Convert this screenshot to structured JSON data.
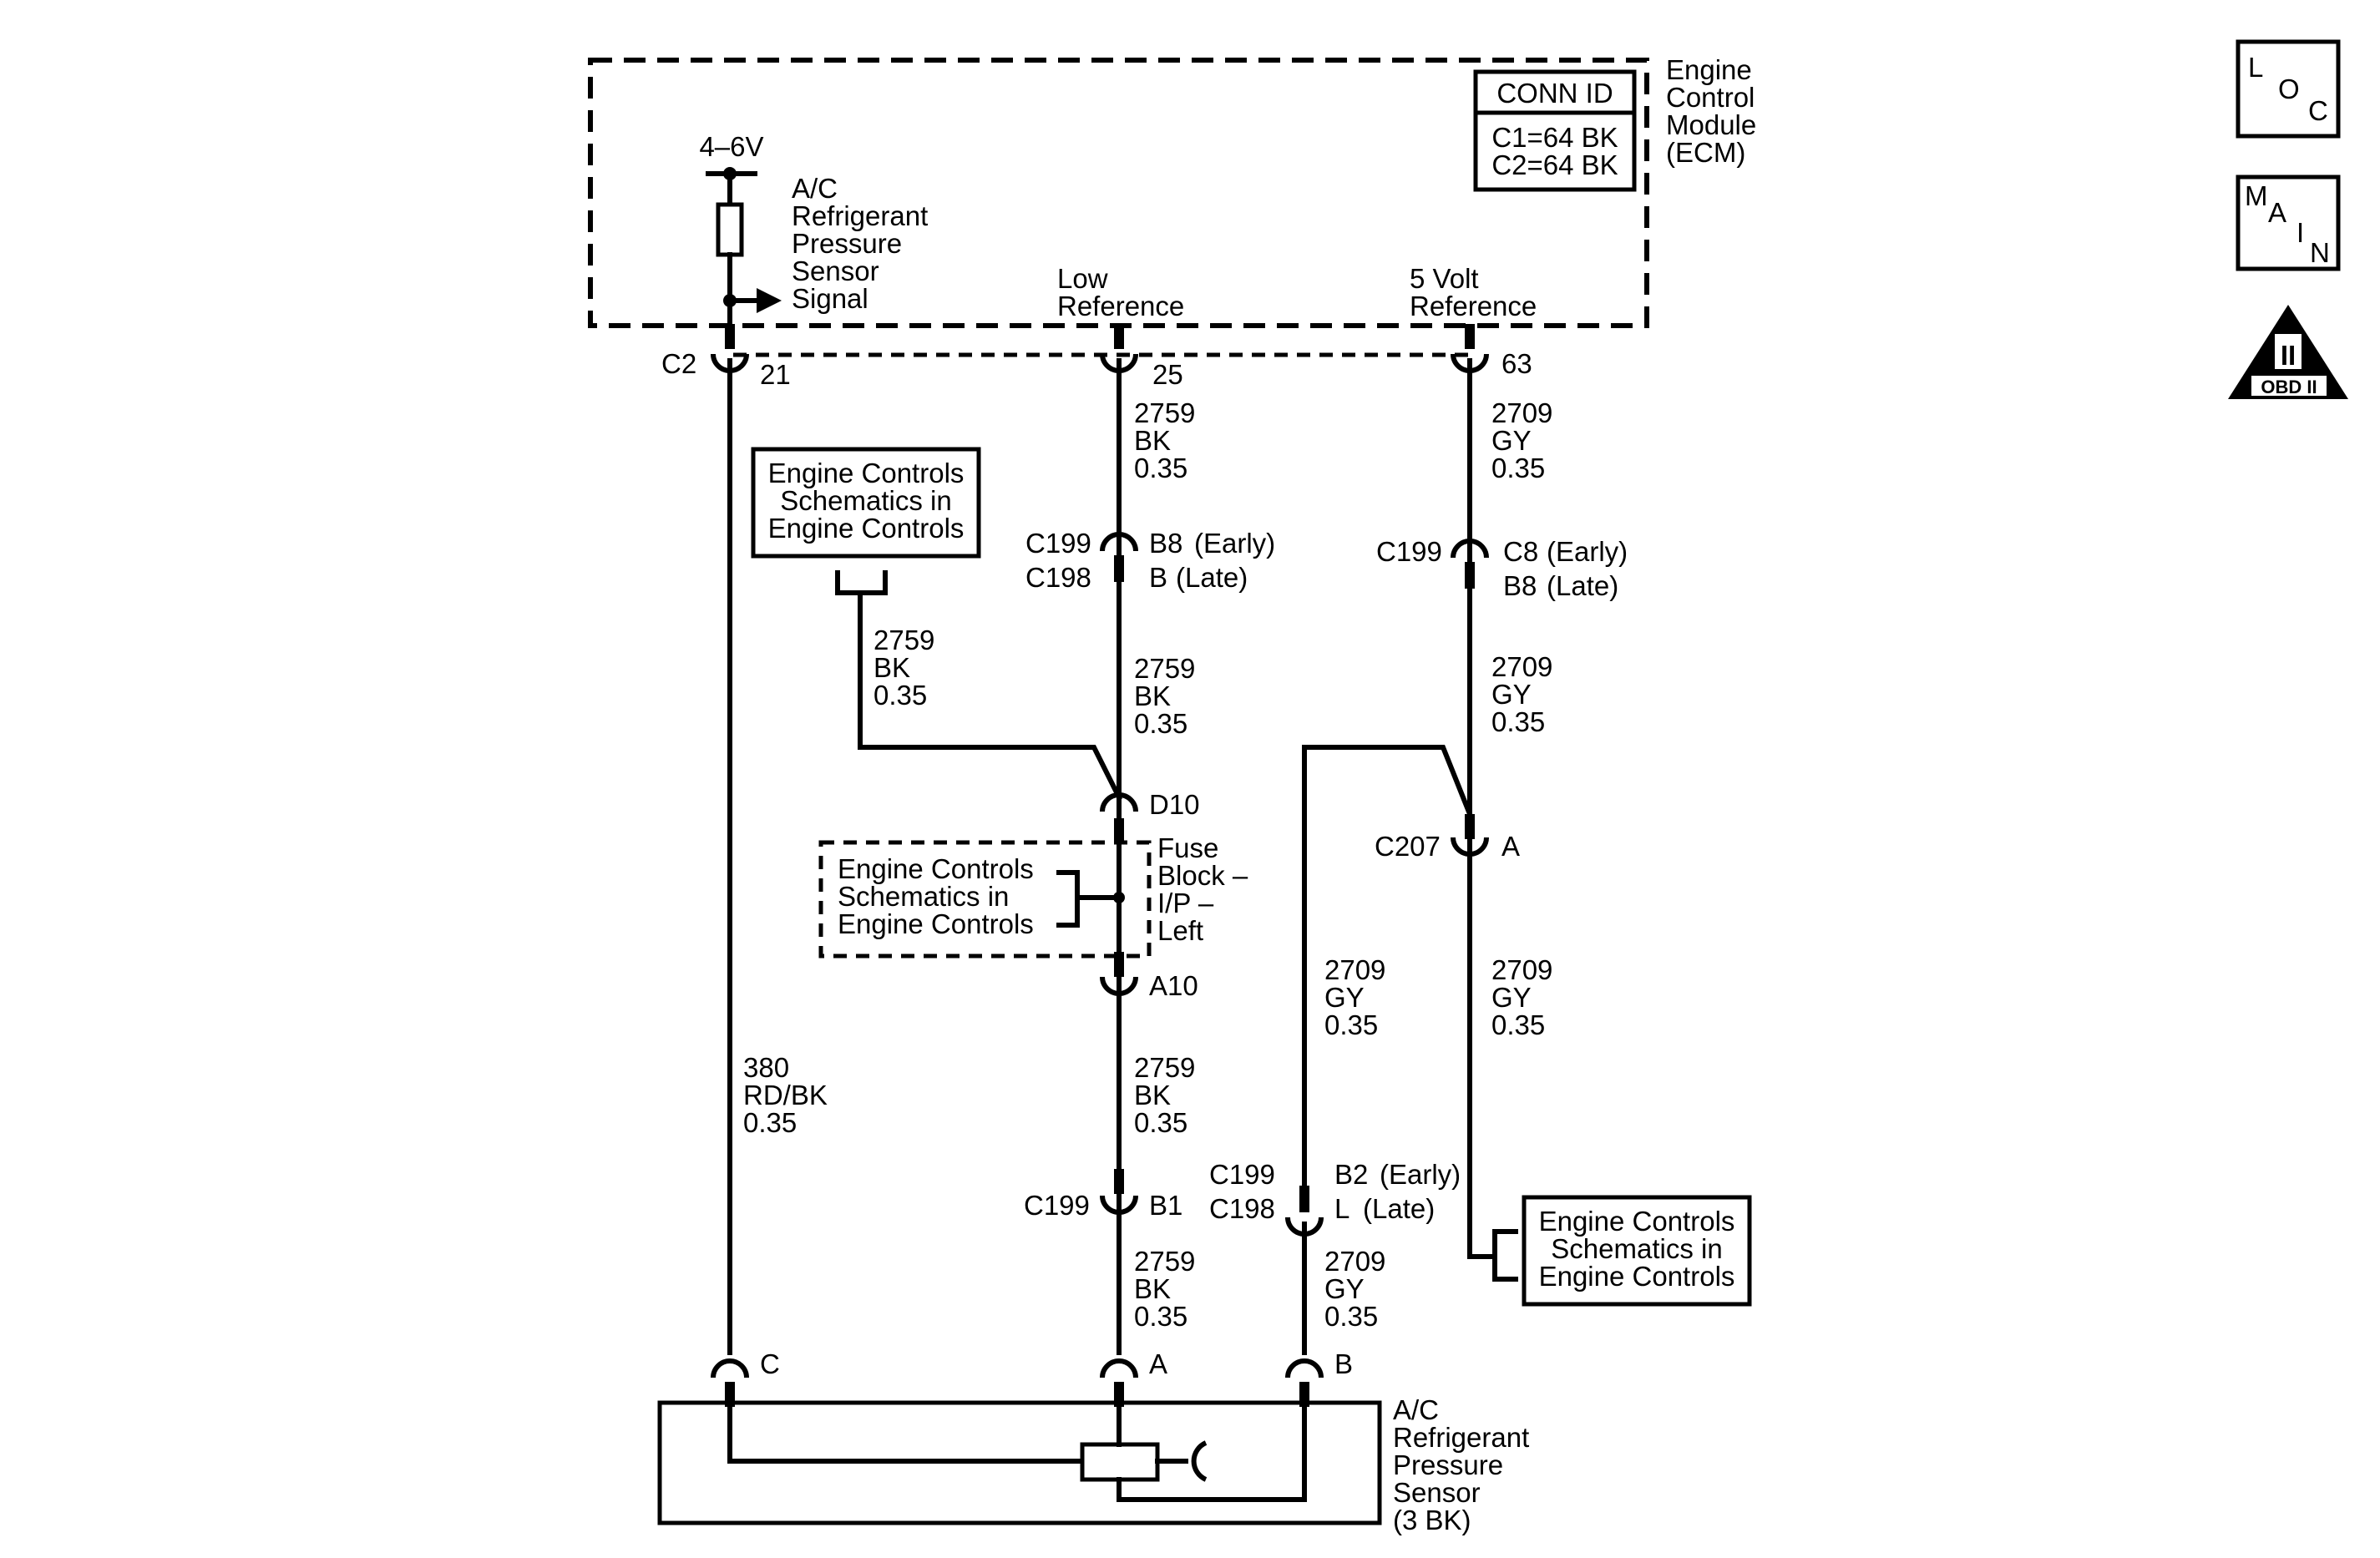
{
  "ecm": {
    "name": [
      "Engine",
      "Control",
      "Module",
      "(ECM)"
    ],
    "conn_id": {
      "header": "CONN ID",
      "c1": "C1=64 BK",
      "c2": "C2=64 BK"
    },
    "voltage": "4–6V",
    "sensor_signal": [
      "A/C",
      "Refrigerant",
      "Pressure",
      "Sensor",
      "Signal"
    ],
    "low_reference": [
      "Low",
      "Reference"
    ],
    "five_volt_reference": [
      "5 Volt",
      "Reference"
    ]
  },
  "ecm_connector": {
    "label": "C2",
    "pin_signal": "21",
    "pin_low": "25",
    "pin_5v": "63"
  },
  "wires": {
    "w380": [
      "380",
      "RD/BK",
      "0.35"
    ],
    "w2759": [
      "2759",
      "BK",
      "0.35"
    ],
    "w2709": [
      "2709",
      "GY",
      "0.35"
    ]
  },
  "connectors": {
    "c199_low": {
      "top": "C199",
      "bottom": "C198",
      "pin_top": "B8",
      "pin_bottom": "B",
      "early": "(Early)",
      "late": "(Late)"
    },
    "c199_5v": {
      "top": "C199",
      "pin_top": "C8",
      "pin_bottom": "B8",
      "early": "(Early)",
      "late": "(Late)"
    },
    "d10": "D10",
    "a10": "A10",
    "c207": {
      "label": "C207",
      "pin": "A"
    },
    "c199_b1": {
      "label": "C199",
      "pin": "B1"
    },
    "c199_sensor": {
      "top": "C199",
      "bottom": "C198",
      "pin_top": "B2",
      "pin_bottom": "L",
      "early": "(Early)",
      "late": "(Late)"
    }
  },
  "fuse_block": [
    "Fuse",
    "Block –",
    "I/P –",
    "Left"
  ],
  "ref_box": [
    "Engine Controls",
    "Schematics in",
    "Engine Controls"
  ],
  "sensor": {
    "name": [
      "A/C",
      "Refrigerant",
      "Pressure",
      "Sensor",
      "(3 BK)"
    ],
    "pin_c": "C",
    "pin_a": "A",
    "pin_b": "B"
  },
  "nav": {
    "loc": [
      "L",
      "O",
      "C"
    ],
    "main": [
      "M",
      "A",
      "I",
      "N"
    ],
    "obd_numeral": "II",
    "obd_label": "OBD II"
  }
}
